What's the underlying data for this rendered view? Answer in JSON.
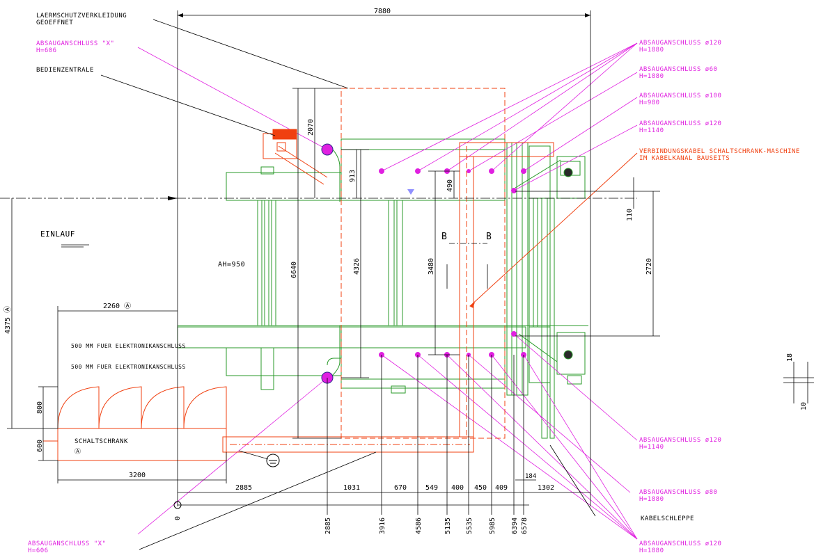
{
  "labels": {
    "laerm_1": "LAERMSCHUTZVERKLEIDUNG",
    "laerm_2": "GEOEFFNET",
    "x_top_1": "ABSAUGANSCHLUSS \"X\"",
    "x_top_2": "H=606",
    "bedien": "BEDIENZENTRALE",
    "einlauf": "EINLAUF",
    "ah": "AH=950",
    "elek1": "500 MM FUER ELEKTRONIKANSCHLUSS",
    "elek2": "500 MM FUER ELEKTRONIKANSCHLUSS",
    "schalt": "SCHALTSCHRANK",
    "schalt_mark": "Ⓐ",
    "b_left": "B",
    "b_right": "B",
    "x_bot_1": "ABSAUGANSCHLUSS \"X\"",
    "x_bot_2": "H=606",
    "kabel": "KABELSCHLEPPE",
    "r1_1": "ABSAUGANSCHLUSS ø120",
    "r1_2": "H=1880",
    "r2_1": "ABSAUGANSCHLUSS ø60",
    "r2_2": "H=1880",
    "r3_1": "ABSAUGANSCHLUSS ø100",
    "r3_2": "H=980",
    "r4_1": "ABSAUGANSCHLUSS ø120",
    "r4_2": "H=1140",
    "vk_1": "VERBINDUNGSKABEL SCHALTSCHRANK-MASCHINE",
    "vk_2": "IM KABELKANAL BAUSEITS",
    "r5_1": "ABSAUGANSCHLUSS ø120",
    "r5_2": "H=1140",
    "r6_1": "ABSAUGANSCHLUSS ø80",
    "r6_2": "H=1880",
    "r7_1": "ABSAUGANSCHLUSS ø120",
    "r7_2": "H=1880"
  },
  "dims": {
    "top_width": "7880",
    "d2070": "2070",
    "d913": "913",
    "d490": "490",
    "d110": "110",
    "d2720": "2720",
    "d3480": "3480",
    "d4326": "4326",
    "d6640": "6640",
    "d4375": "4375 Ⓐ",
    "d2260": "2260 Ⓐ",
    "d800": "800",
    "d600": "600",
    "d3200": "3200",
    "d18": "18",
    "d10": "10",
    "d184": "184",
    "zero": "0"
  },
  "chain": [
    "2885",
    "1031",
    "670",
    "549",
    "400",
    "450",
    "409",
    "1302"
  ],
  "ordinates": [
    "2885",
    "3916",
    "4586",
    "5135",
    "5535",
    "5985",
    "6394",
    "6578"
  ],
  "colors": {
    "machine": "#2a9a2a",
    "connection": "#e020e0",
    "electrical": "#f04010",
    "dimension": "#000000"
  }
}
